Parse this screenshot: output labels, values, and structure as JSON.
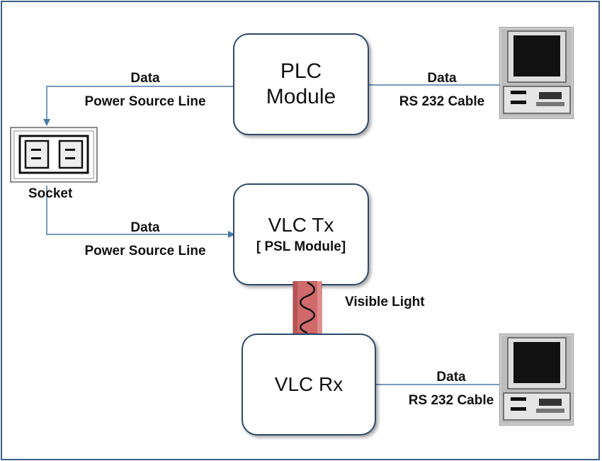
{
  "nodes": {
    "plc_module": {
      "line1": "PLC",
      "line2": "Module"
    },
    "vlc_tx": {
      "line1": "VLC Tx",
      "line2": "[ PSL Module]"
    },
    "vlc_rx": {
      "label": "VLC Rx"
    },
    "socket": {
      "label": "Socket"
    }
  },
  "edges": {
    "plc_to_socket": {
      "line1": "Data",
      "line2": "Power Source Line"
    },
    "socket_to_vlc_tx": {
      "line1": "Data",
      "line2": "Power Source Line"
    },
    "plc_to_pc": {
      "line1": "Data",
      "line2": "RS 232 Cable"
    },
    "vlc_rx_to_pc": {
      "line1": "Data",
      "line2": "RS 232 Cable"
    },
    "tx_to_rx": {
      "label": "Visible Light"
    }
  },
  "icons": {
    "computer_top": "computer-icon",
    "computer_bottom": "computer-icon",
    "socket": "power-socket-icon",
    "light": "sine-wave-icon"
  },
  "colors": {
    "frame_border": "#3b5f8a",
    "box_border": "#2e4a6b",
    "arrow": "#4a78a8",
    "wave_fill": "#d06a6a"
  }
}
